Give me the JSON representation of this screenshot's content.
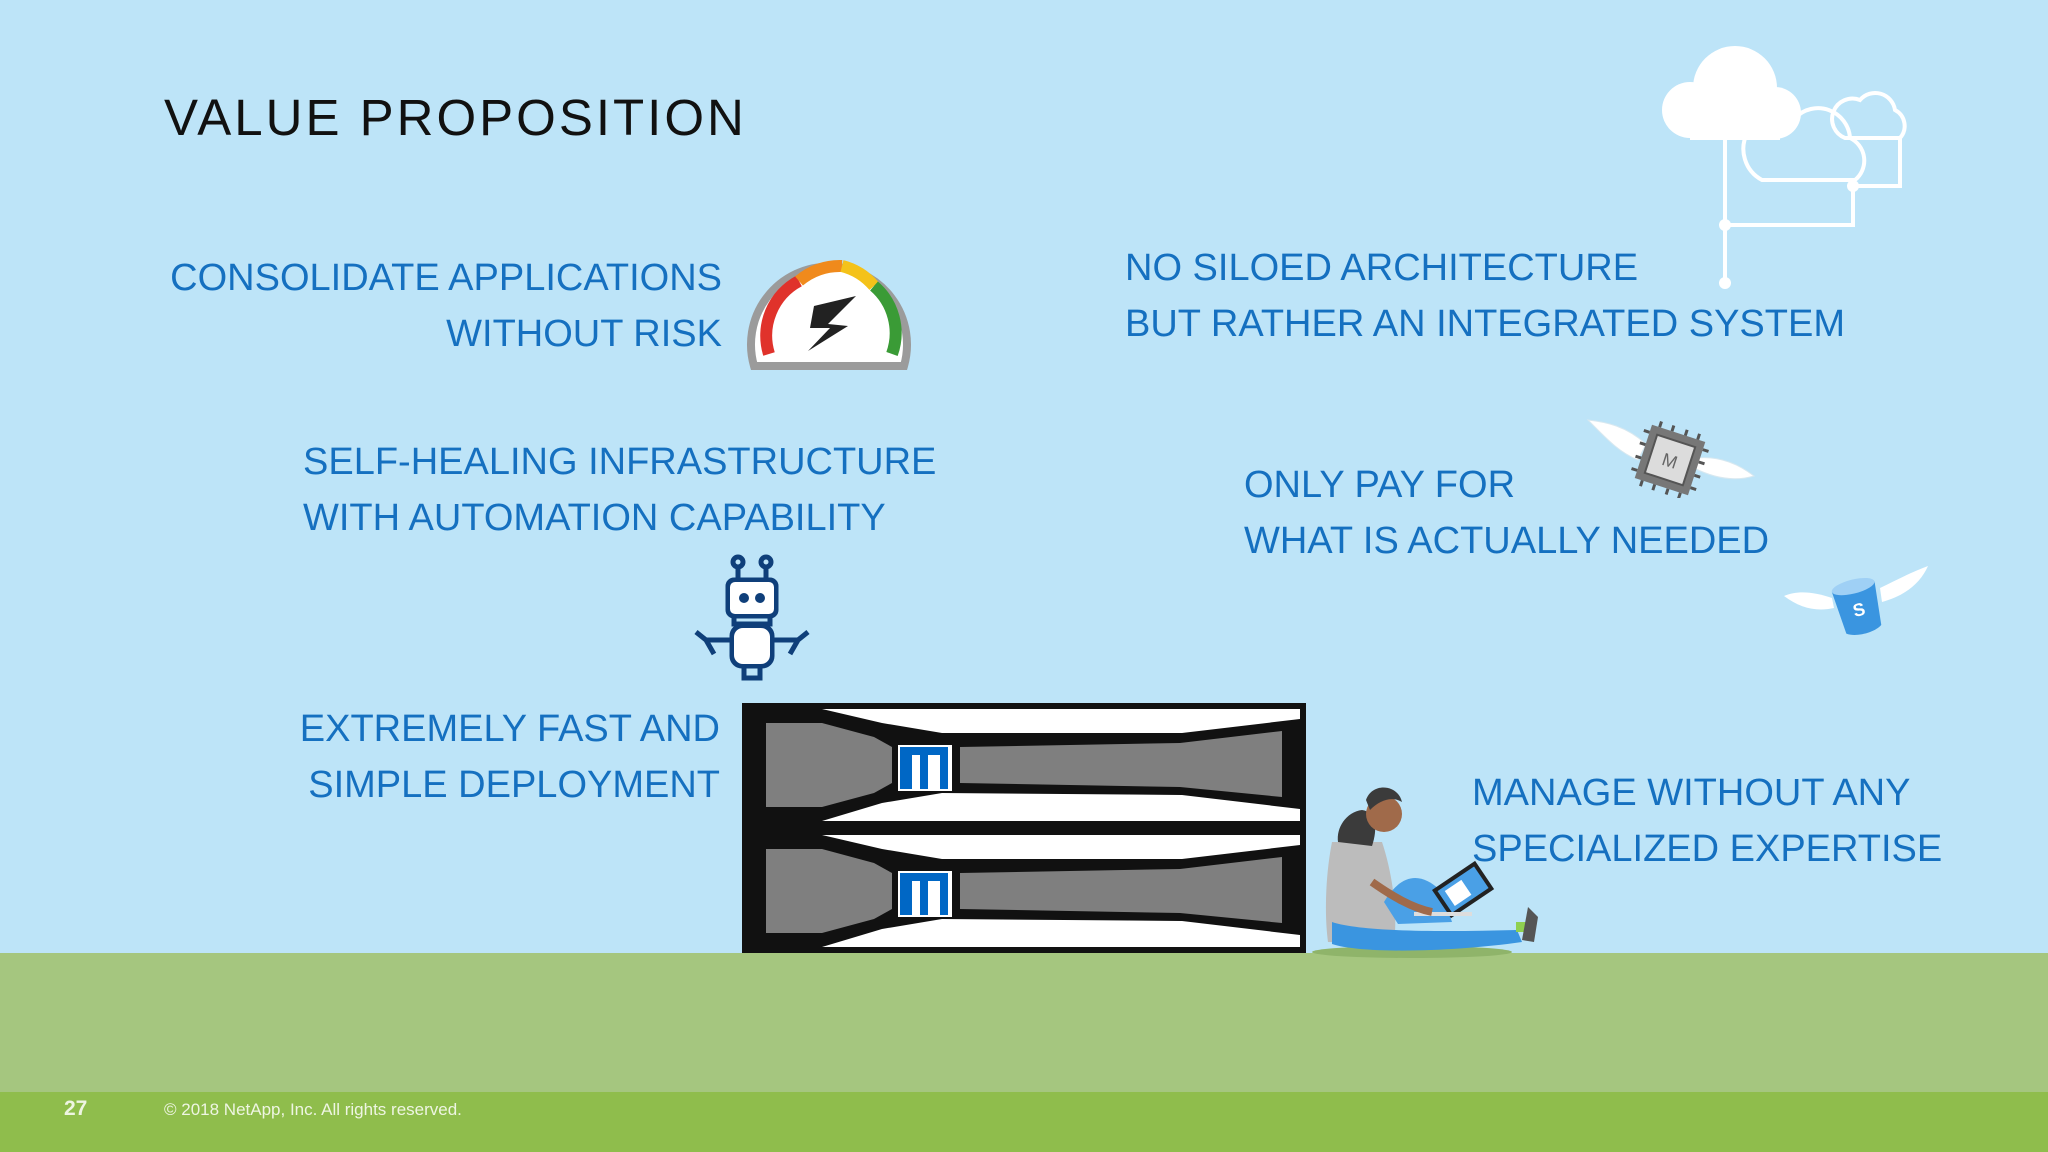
{
  "slide": {
    "title": "VALUE PROPOSITION",
    "statements": {
      "consolidate": [
        "CONSOLIDATE APPLICATIONS",
        "WITHOUT RISK"
      ],
      "siloed": [
        "NO SILOED ARCHITECTURE",
        "BUT RATHER AN INTEGRATED SYSTEM"
      ],
      "self_healing": [
        "SELF-HEALING INFRASTRUCTURE",
        "WITH AUTOMATION CAPABILITY"
      ],
      "pay": [
        "ONLY PAY FOR",
        "WHAT IS ACTUALLY NEEDED"
      ],
      "deploy": [
        "EXTREMELY FAST AND",
        "SIMPLE DEPLOYMENT"
      ],
      "manage": [
        "MANAGE WITHOUT ANY",
        "SPECIALIZED EXPERTISE"
      ]
    },
    "icons": {
      "chip_letter": "M",
      "bucket_letter": "S"
    },
    "footer": {
      "page_number": "27",
      "copyright": "© 2018 NetApp, Inc. All rights reserved."
    }
  },
  "colors": {
    "background": "#bde4f8",
    "text_blue": "#1570c0",
    "grass": "#a5c67f",
    "footer_green": "#8fbd4c",
    "netapp_blue": "#0067c5"
  }
}
